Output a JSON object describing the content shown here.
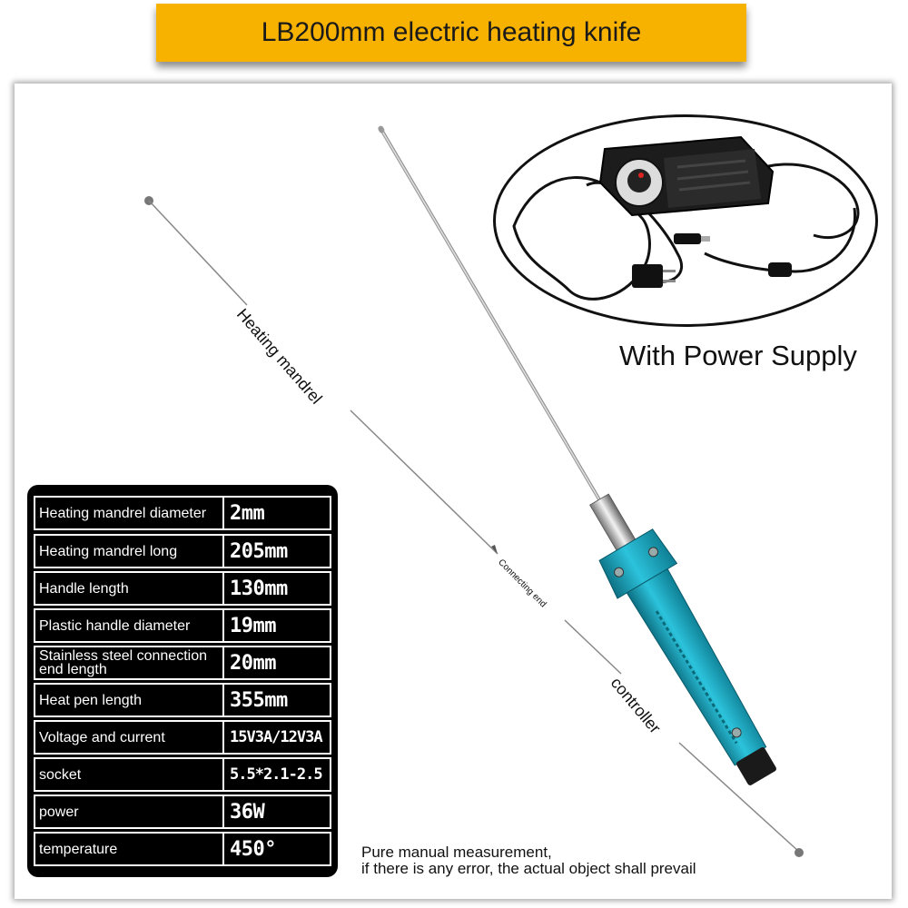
{
  "banner": {
    "title": "LB200mm electric heating knife"
  },
  "power_supply": {
    "caption": "With Power Supply"
  },
  "annotations": {
    "heating_mandrel": "Heating mandrel",
    "connecting_end": "Connecting end",
    "controller": "controller"
  },
  "specs": [
    {
      "label": "Heating mandrel diameter",
      "value": "2mm"
    },
    {
      "label": "Heating mandrel long",
      "value": "205mm"
    },
    {
      "label": "Handle length",
      "value": "130mm"
    },
    {
      "label": "Plastic handle diameter",
      "value": "19mm"
    },
    {
      "label": "Stainless steel connection end length",
      "value": "20mm"
    },
    {
      "label": "Heat pen length",
      "value": "355mm"
    },
    {
      "label": "Voltage and current",
      "value": "15V3A/12V3A"
    },
    {
      "label": "socket",
      "value": "5.5*2.1-2.5"
    },
    {
      "label": "power",
      "value": "36W"
    },
    {
      "label": "temperature",
      "value": "450°"
    }
  ],
  "disclaimer": {
    "line1": "Pure manual measurement,",
    "line2": "if there is any error, the actual object shall prevail"
  },
  "colors": {
    "banner": "#f7b200",
    "handle": "#1ea3bd",
    "panel": "#000000"
  },
  "icons": [
    "heating-knife-icon",
    "power-adapter-icon"
  ]
}
